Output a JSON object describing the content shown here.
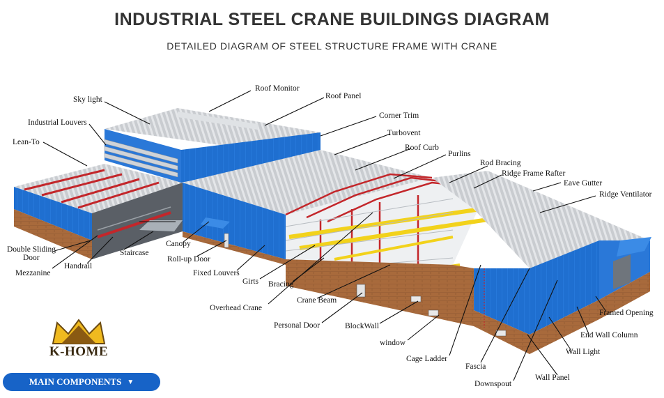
{
  "header": {
    "title": "INDUSTRIAL STEEL CRANE BUILDINGS DIAGRAM",
    "subtitle": "DETAILED DIAGRAM OF STEEL STRUCTURE FRAME WITH CRANE"
  },
  "labels": {
    "roof_monitor": "Roof Monitor",
    "roof_panel": "Roof Panel",
    "sky_light": "Sky light",
    "corner_trim": "Corner Trim",
    "industrial_louvers": "Industrial Louvers",
    "turbovent": "Turbovent",
    "lean_to": "Lean-To",
    "roof_curb": "Roof Curb",
    "purlins": "Purlins",
    "rod_bracing": "Rod Bracing",
    "ridge_frame_rafter": "Ridge Frame Rafter",
    "eave_gutter": "Eave Gutter",
    "ridge_ventilator": "Ridge Ventilator",
    "double_sliding_door_1": "Double Sliding",
    "double_sliding_door_2": "Door",
    "mezzanine": "Mezzanine",
    "handrail": "Handrail",
    "staircase": "Staircase",
    "canopy": "Canopy",
    "roll_up_door": "Roll-up Door",
    "fixed_louvers": "Fixed Louvers",
    "girts": "Girts",
    "bracing": "Bracing",
    "overhead_crane": "Overhead Crane",
    "crane_beam": "Crane Beam",
    "personal_door": "Personal Door",
    "block_wall": "BlockWall",
    "window": "window",
    "cage_ladder": "Cage Ladder",
    "fascia": "Fascia",
    "downspout": "Downspout",
    "wall_panel": "Wall Panel",
    "wall_light": "Wall Light",
    "end_wall_column": "End Wall Column",
    "framed_opening": "Framed Opening"
  },
  "logo": {
    "text": "K-HOME"
  },
  "menu": {
    "main_components": "MAIN COMPONENTS"
  },
  "colors": {
    "wall_blue": "#1f6fd0",
    "roof_gray": "#c9ccd0",
    "frame_red": "#c3262a",
    "crane_yellow": "#f2d21b",
    "brick": "#a86a3c",
    "button_blue": "#1763c7"
  }
}
